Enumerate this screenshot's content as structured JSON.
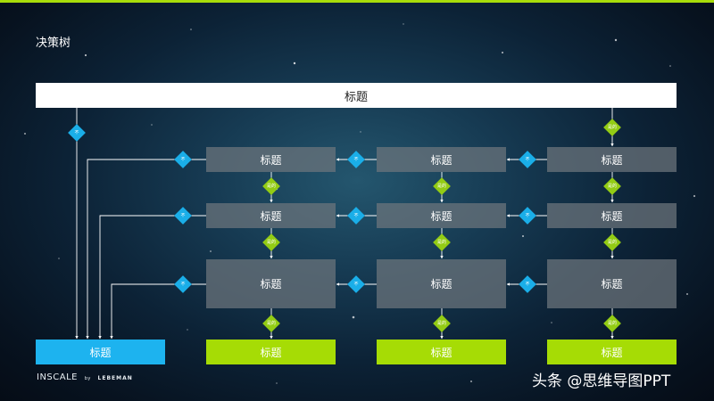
{
  "slide": {
    "title": "决策树"
  },
  "header": {
    "label": "标题"
  },
  "rows": {
    "top": {
      "col1": "标题",
      "col2": "标题",
      "col3": "标题"
    },
    "mid": {
      "col1": "标题",
      "col2": "标题",
      "col3": "标题"
    },
    "big": {
      "col1": "标题",
      "col2": "标题",
      "col3": "标题"
    }
  },
  "outputs": {
    "left": "标题",
    "col1": "标题",
    "col2": "标题",
    "col3": "标题"
  },
  "decisions": {
    "no": "不",
    "yes": "是的"
  },
  "footer": {
    "brand": "INSCALE",
    "by": "by",
    "partner": "LEBEMAN",
    "watermark": "头条 @思维导图PPT"
  },
  "colors": {
    "accent_green": "#a6dc05",
    "accent_blue": "#1db3ef",
    "box_gray": "#6e767d"
  }
}
